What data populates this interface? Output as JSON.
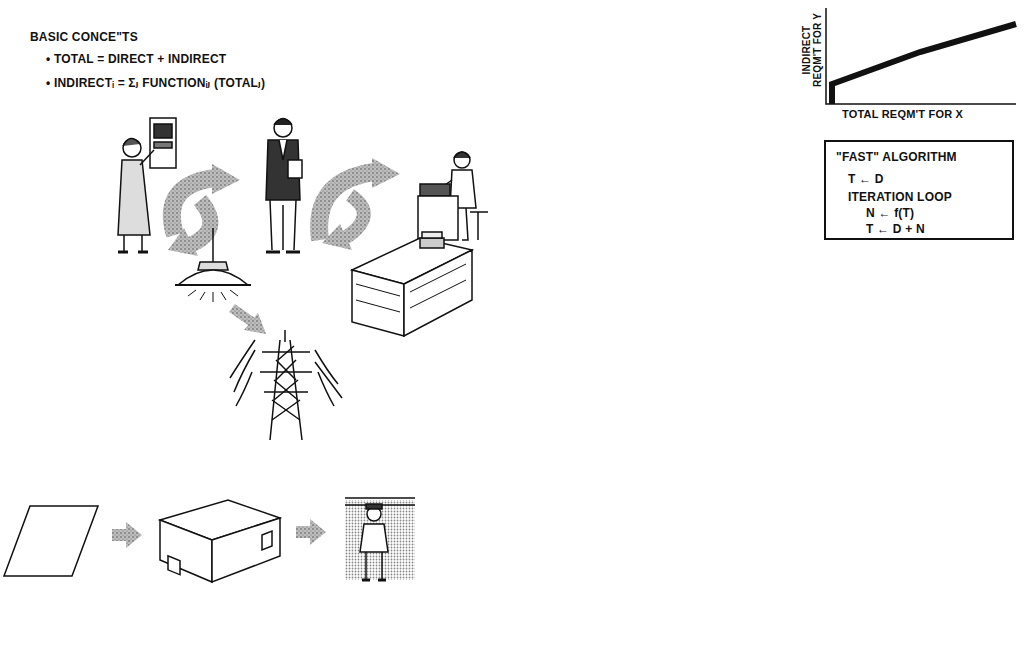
{
  "diagram": {
    "title": "BASIC CONCE\"TS",
    "nodes": [
      {
        "text": [
          "\"FAST\" ALGORITHM",
          "T ← D",
          "ITERATION LOOP",
          "N ← f(T)",
          "T ← D + N"
        ]
      }
    ],
    "labels": [
      "• TOTAL = DIRECT + INDIRECT",
      "• INDIRECTᵢ = Σⱼ FUNCTIONᵢⱼ (TOTALⱼ)",
      "INDIRECT REQM'T FOR Y",
      "TOTAL REQM'T FOR X"
    ]
  }
}
